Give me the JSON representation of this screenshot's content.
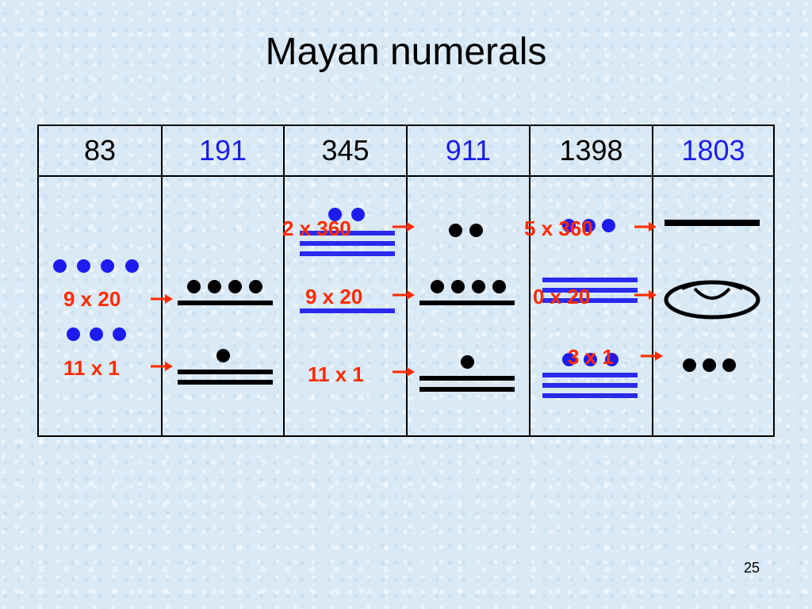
{
  "title": "Mayan numerals",
  "columns": [
    {
      "value": "83",
      "color": "#000000"
    },
    {
      "value": "191",
      "color": "#1c1cf0"
    },
    {
      "value": "345",
      "color": "#000000"
    },
    {
      "value": "911",
      "color": "#1c1cf0"
    },
    {
      "value": "1398",
      "color": "#000000"
    },
    {
      "value": "1803",
      "color": "#1c1cf0"
    }
  ],
  "labels": {
    "c1_20": "9 x 20",
    "c1_1": "11 x 1",
    "c3_360": "2 x 360",
    "c3_20": "9 x 20",
    "c3_1": "11 x 1",
    "c5_360": "5 x 360",
    "c5_20": "0 x 20",
    "c5_1": "3 x 1"
  },
  "page_number": "25",
  "colors": {
    "blue": "#1c1cf0",
    "label": "#ff2a00",
    "black": "#000000"
  }
}
